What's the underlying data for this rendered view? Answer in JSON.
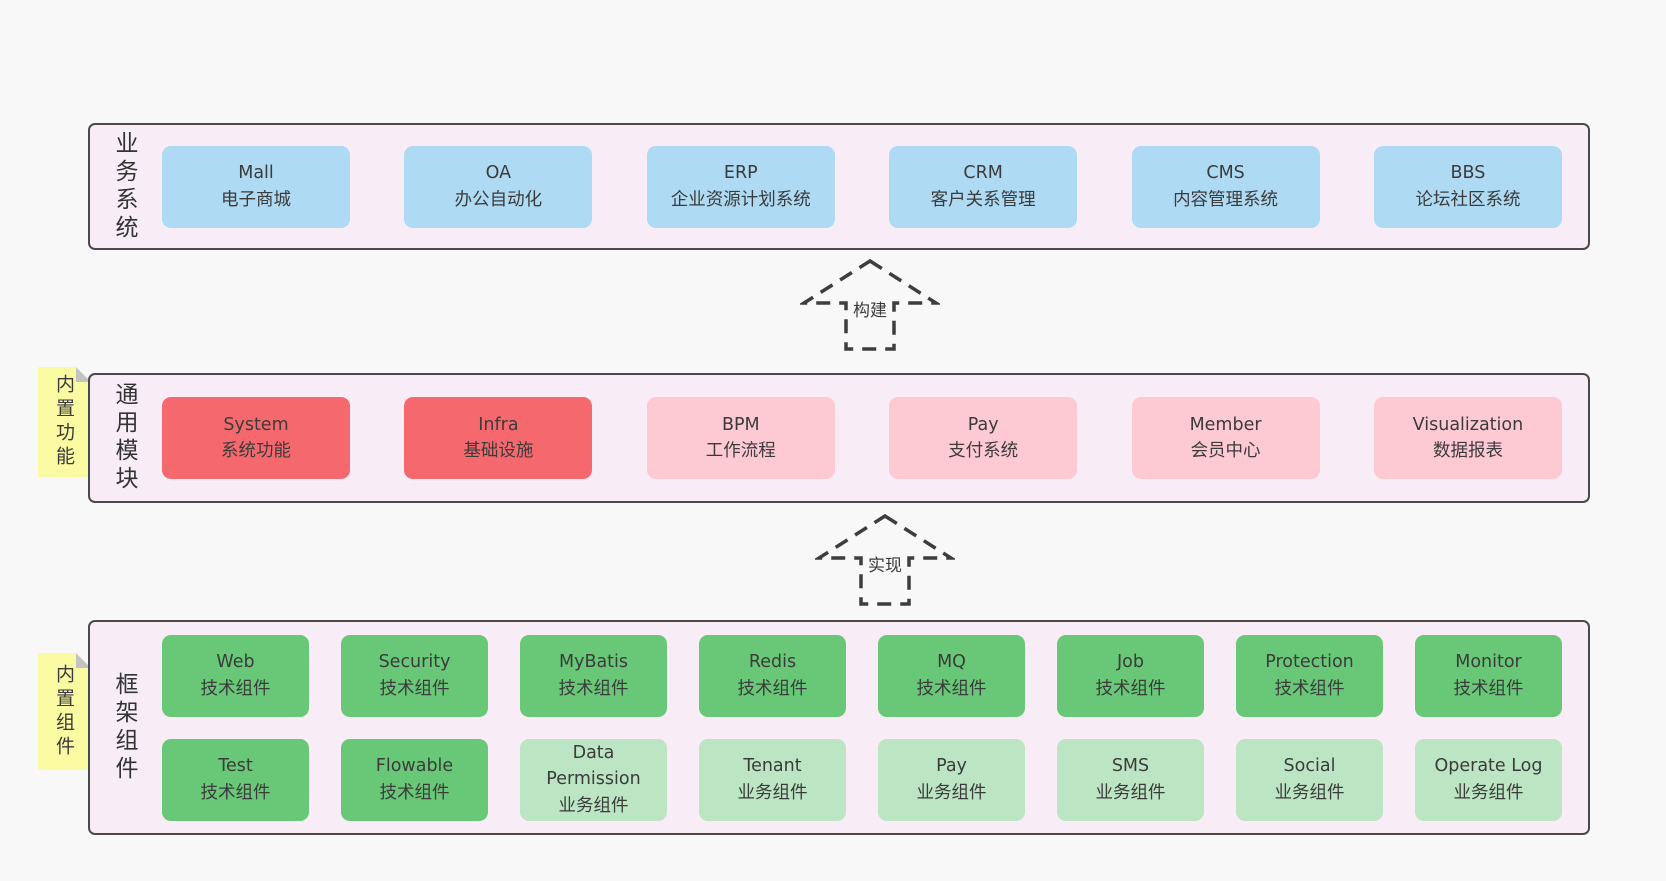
{
  "colors": {
    "page_background": "#f8f8f8",
    "band_background": "#f8edf6",
    "band_border": "#4a4a4a",
    "node_blue": "#aedaf3",
    "node_red": "#f5696e",
    "node_pink": "#fdc9d3",
    "node_green": "#68c878",
    "node_light_green": "#bce5c3",
    "sticky_yellow": "#fafaa2",
    "text": "#3b3b3b"
  },
  "stickies": [
    {
      "label": "内置功能"
    },
    {
      "label": "内置组件"
    }
  ],
  "arrows": [
    {
      "label": "构建"
    },
    {
      "label": "实现"
    }
  ],
  "bands": [
    {
      "label": "业务系统",
      "rows": [
        [
          {
            "name": "Mall",
            "subtitle": "电子商城",
            "variant": "blue"
          },
          {
            "name": "OA",
            "subtitle": "办公自动化",
            "variant": "blue"
          },
          {
            "name": "ERP",
            "subtitle": "企业资源计划系统",
            "variant": "blue"
          },
          {
            "name": "CRM",
            "subtitle": "客户关系管理",
            "variant": "blue"
          },
          {
            "name": "CMS",
            "subtitle": "内容管理系统",
            "variant": "blue"
          },
          {
            "name": "BBS",
            "subtitle": "论坛社区系统",
            "variant": "blue"
          }
        ]
      ]
    },
    {
      "label": "通用模块",
      "rows": [
        [
          {
            "name": "System",
            "subtitle": "系统功能",
            "variant": "red"
          },
          {
            "name": "Infra",
            "subtitle": "基础设施",
            "variant": "red"
          },
          {
            "name": "BPM",
            "subtitle": "工作流程",
            "variant": "pink"
          },
          {
            "name": "Pay",
            "subtitle": "支付系统",
            "variant": "pink"
          },
          {
            "name": "Member",
            "subtitle": "会员中心",
            "variant": "pink"
          },
          {
            "name": "Visualization",
            "subtitle": "数据报表",
            "variant": "pink"
          }
        ]
      ]
    },
    {
      "label": "框架组件",
      "rows": [
        [
          {
            "name": "Web",
            "subtitle": "技术组件",
            "variant": "green"
          },
          {
            "name": "Security",
            "subtitle": "技术组件",
            "variant": "green"
          },
          {
            "name": "MyBatis",
            "subtitle": "技术组件",
            "variant": "green"
          },
          {
            "name": "Redis",
            "subtitle": "技术组件",
            "variant": "green"
          },
          {
            "name": "MQ",
            "subtitle": "技术组件",
            "variant": "green"
          },
          {
            "name": "Job",
            "subtitle": "技术组件",
            "variant": "green"
          },
          {
            "name": "Protection",
            "subtitle": "技术组件",
            "variant": "green"
          },
          {
            "name": "Monitor",
            "subtitle": "技术组件",
            "variant": "green"
          }
        ],
        [
          {
            "name": "Test",
            "subtitle": "技术组件",
            "variant": "green"
          },
          {
            "name": "Flowable",
            "subtitle": "技术组件",
            "variant": "green"
          },
          {
            "name": "Data Permission",
            "subtitle": "业务组件",
            "variant": "light-green"
          },
          {
            "name": "Tenant",
            "subtitle": "业务组件",
            "variant": "light-green"
          },
          {
            "name": "Pay",
            "subtitle": "业务组件",
            "variant": "light-green"
          },
          {
            "name": "SMS",
            "subtitle": "业务组件",
            "variant": "light-green"
          },
          {
            "name": "Social",
            "subtitle": "业务组件",
            "variant": "light-green"
          },
          {
            "name": "Operate Log",
            "subtitle": "业务组件",
            "variant": "light-green"
          }
        ]
      ]
    }
  ]
}
